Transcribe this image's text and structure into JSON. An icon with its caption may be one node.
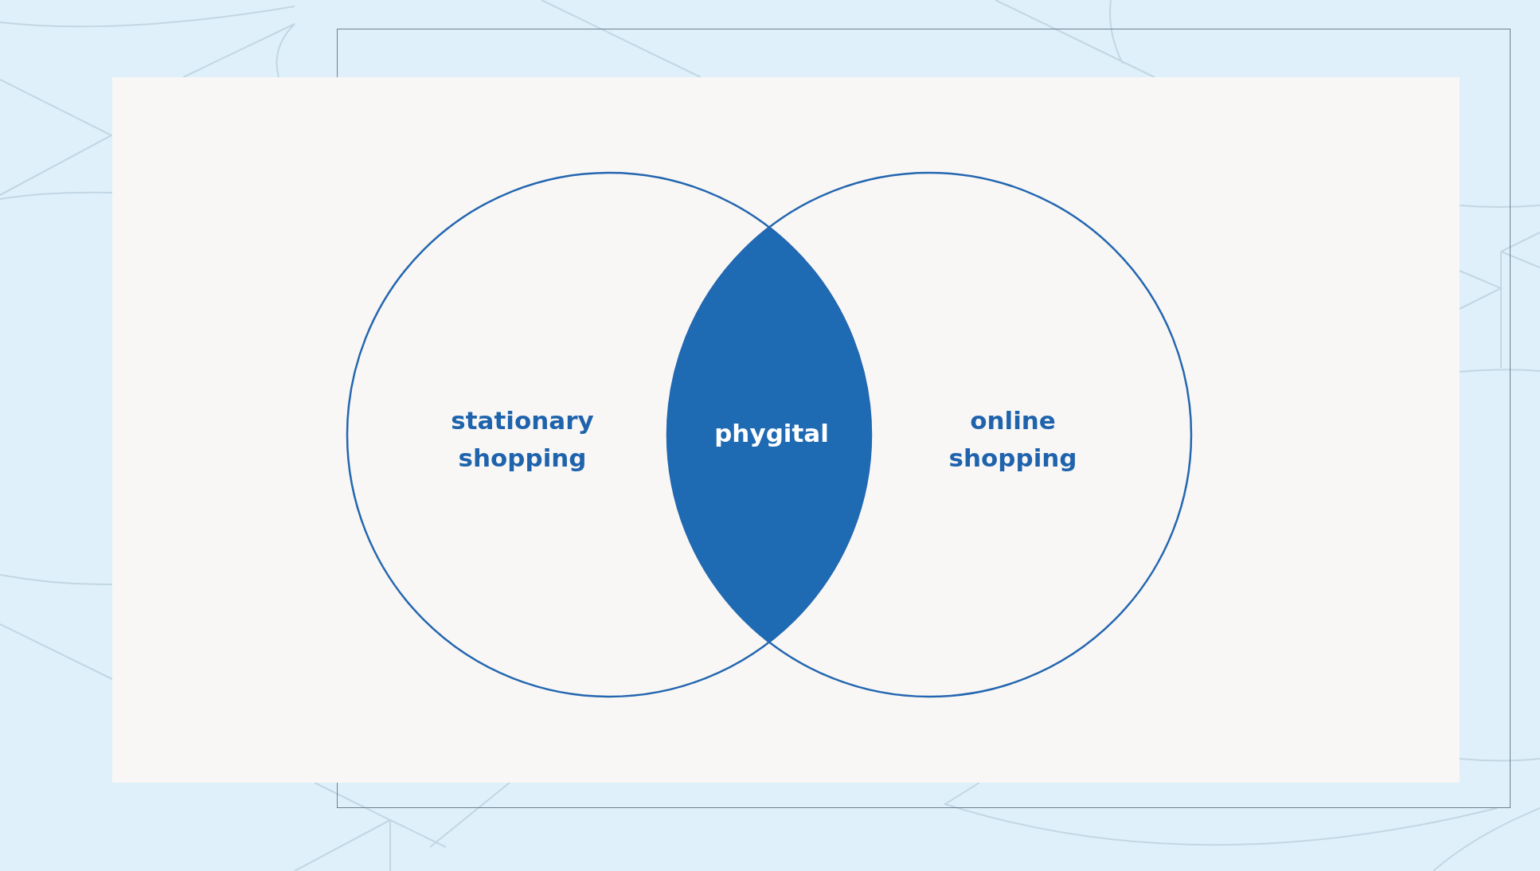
{
  "diagram": {
    "nodes": [
      {
        "text": [
          "stationary shopping"
        ]
      },
      {
        "text": [
          "phygital"
        ]
      },
      {
        "text": [
          "online shopping"
        ]
      }
    ]
  }
}
